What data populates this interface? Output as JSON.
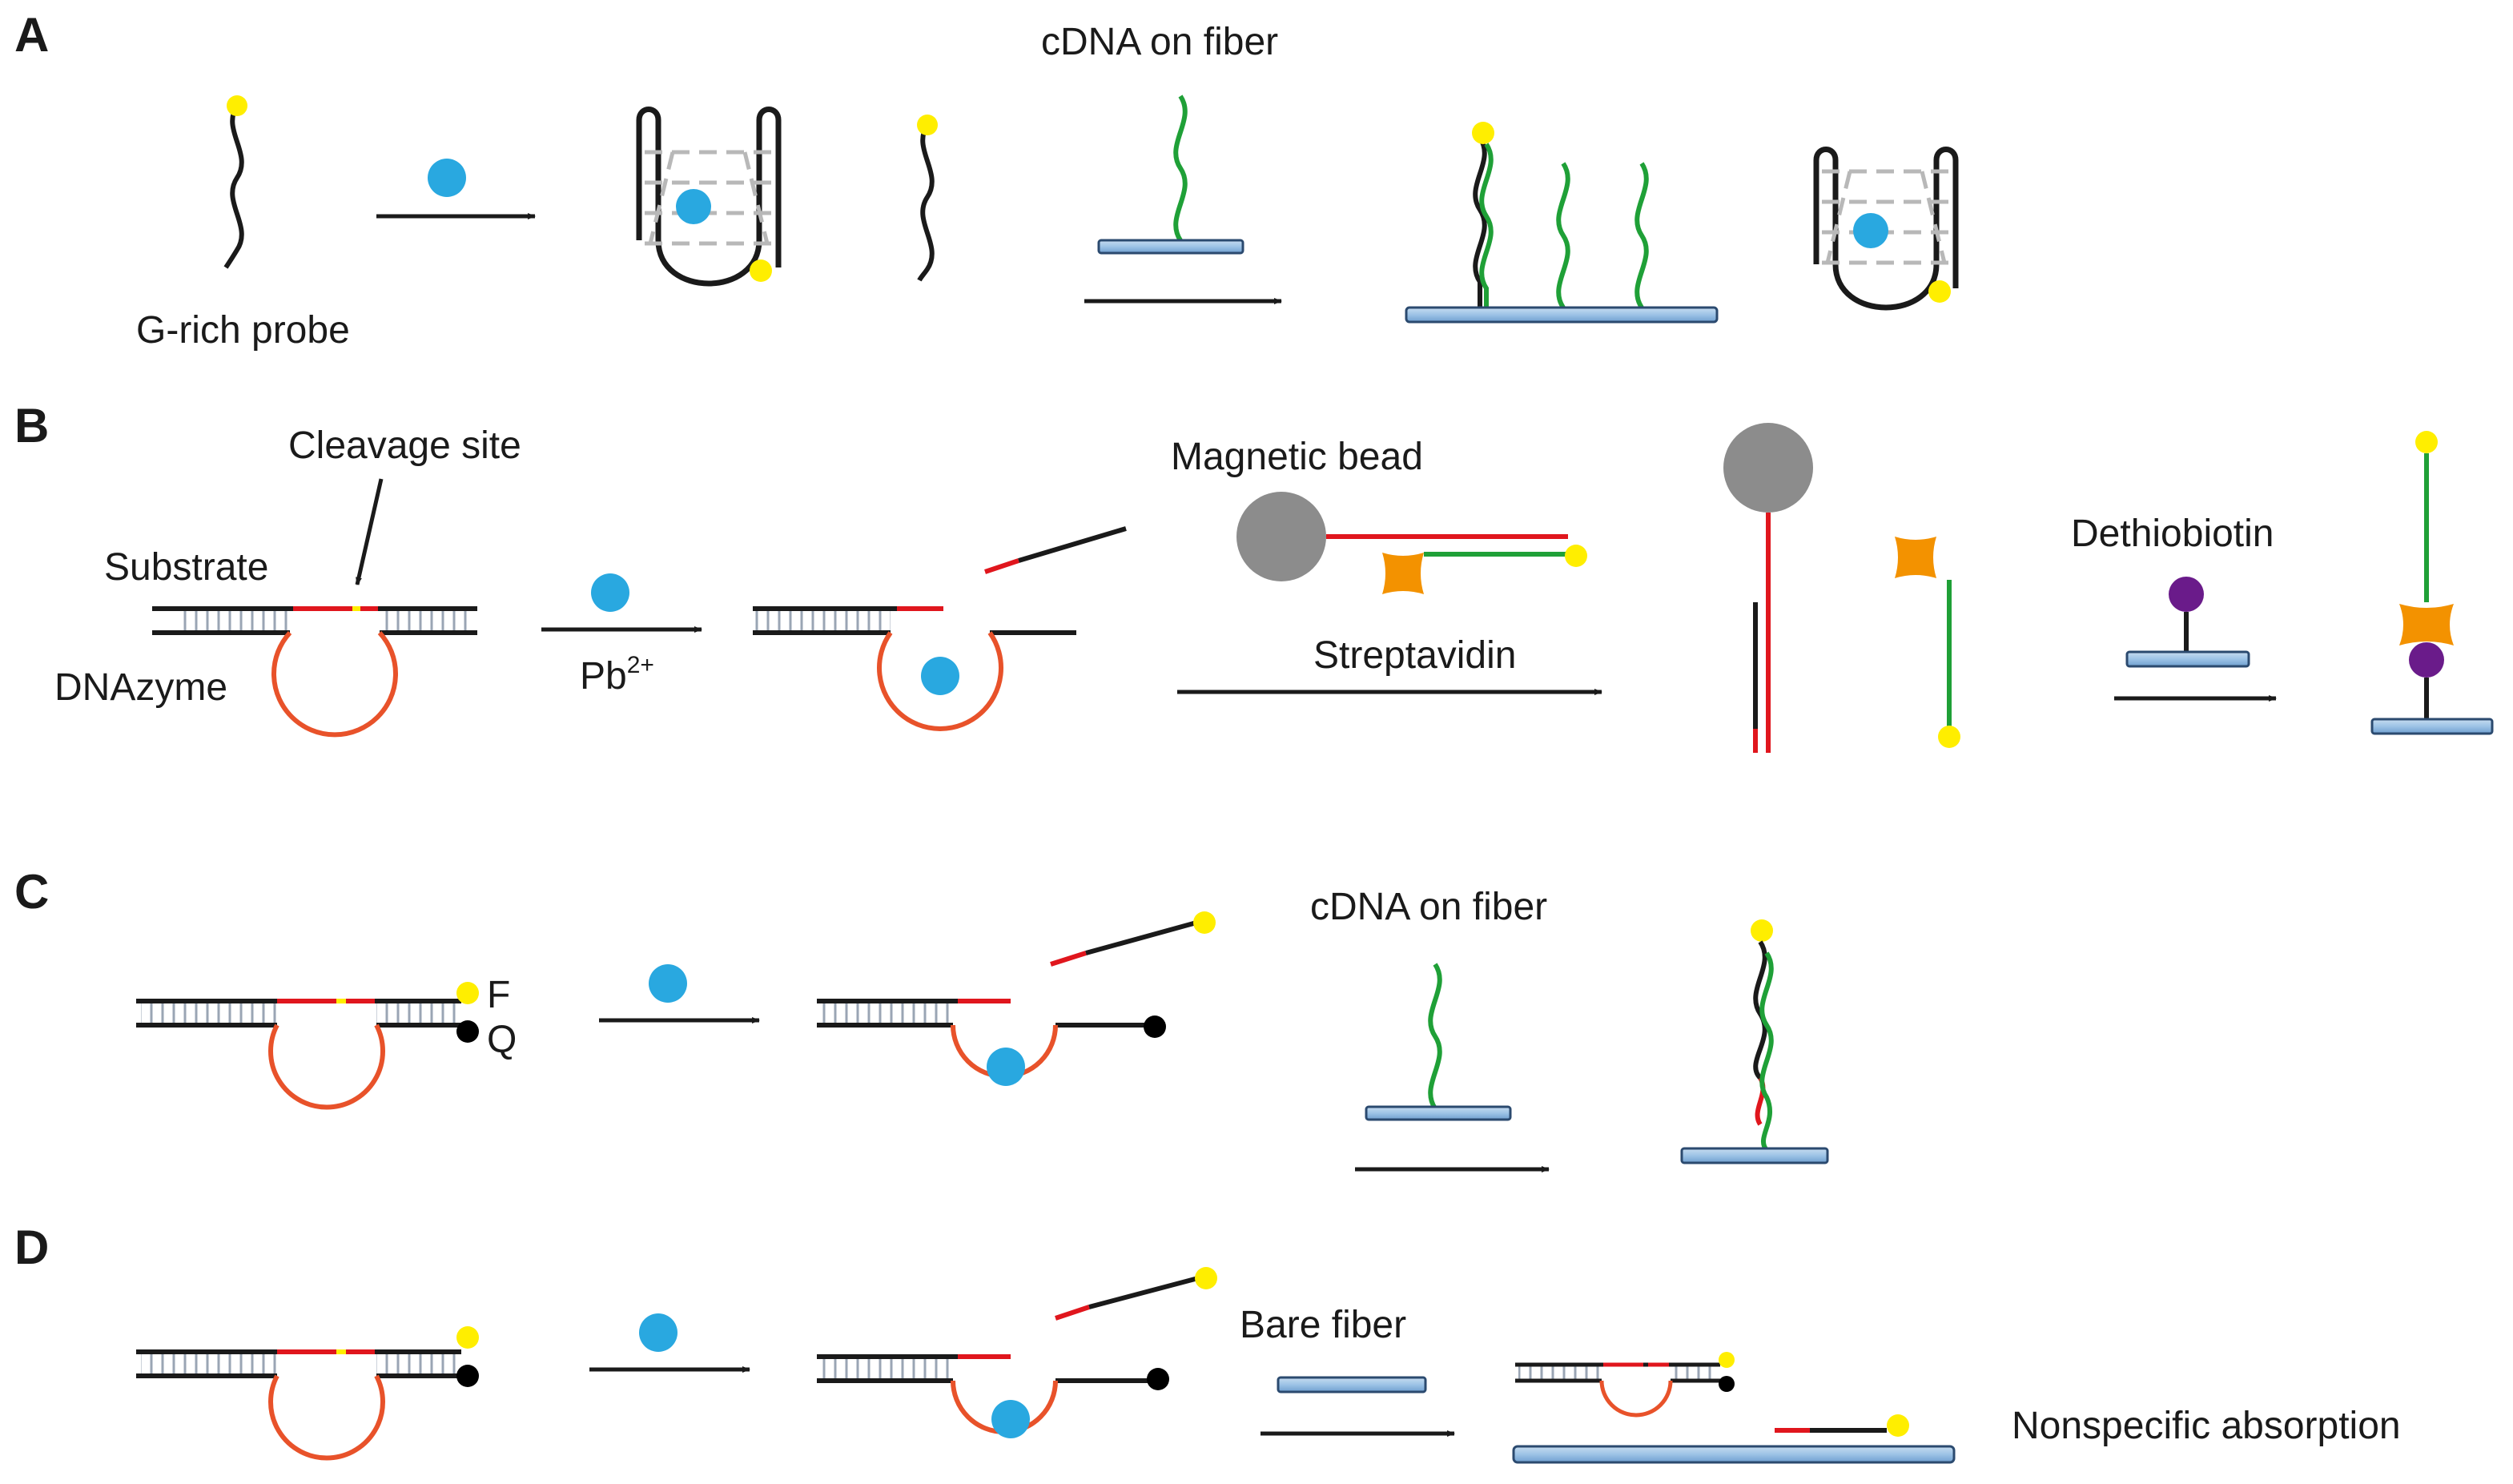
{
  "panels": {
    "a": "A",
    "b": "B",
    "c": "C",
    "d": "D"
  },
  "labels": {
    "a_cdna_on_fiber": "cDNA on fiber",
    "a_g_rich_probe": "G-rich probe",
    "b_cleavage_site": "Cleavage site",
    "b_substrate": "Substrate",
    "b_dnazyme": "DNAzyme",
    "b_pb": "Pb",
    "b_pb_charge": "2+",
    "b_magnetic_bead": "Magnetic bead",
    "b_streptavidin": "Streptavidin",
    "b_dethiobiotin": "Dethiobiotin",
    "c_f": "F",
    "c_q": "Q",
    "c_cdna_on_fiber": "cDNA on fiber",
    "d_bare_fiber": "Bare fiber",
    "d_nonspecific_absorption": "Nonspecific absorption"
  },
  "colors": {
    "fluorophore": "#ffee00",
    "pb_ion": "#29a8e0",
    "fiber": "#9dc3e6",
    "cdna": "#1fa037",
    "dnazyme_loop": "#e8522a",
    "cleavage_red": "#e0161d",
    "magnetic_bead": "#8c8c8c",
    "streptavidin": "#f39200",
    "dethiobiotin": "#6a1b8a",
    "quencher": "#000000",
    "strand": "#1a1a1a"
  }
}
